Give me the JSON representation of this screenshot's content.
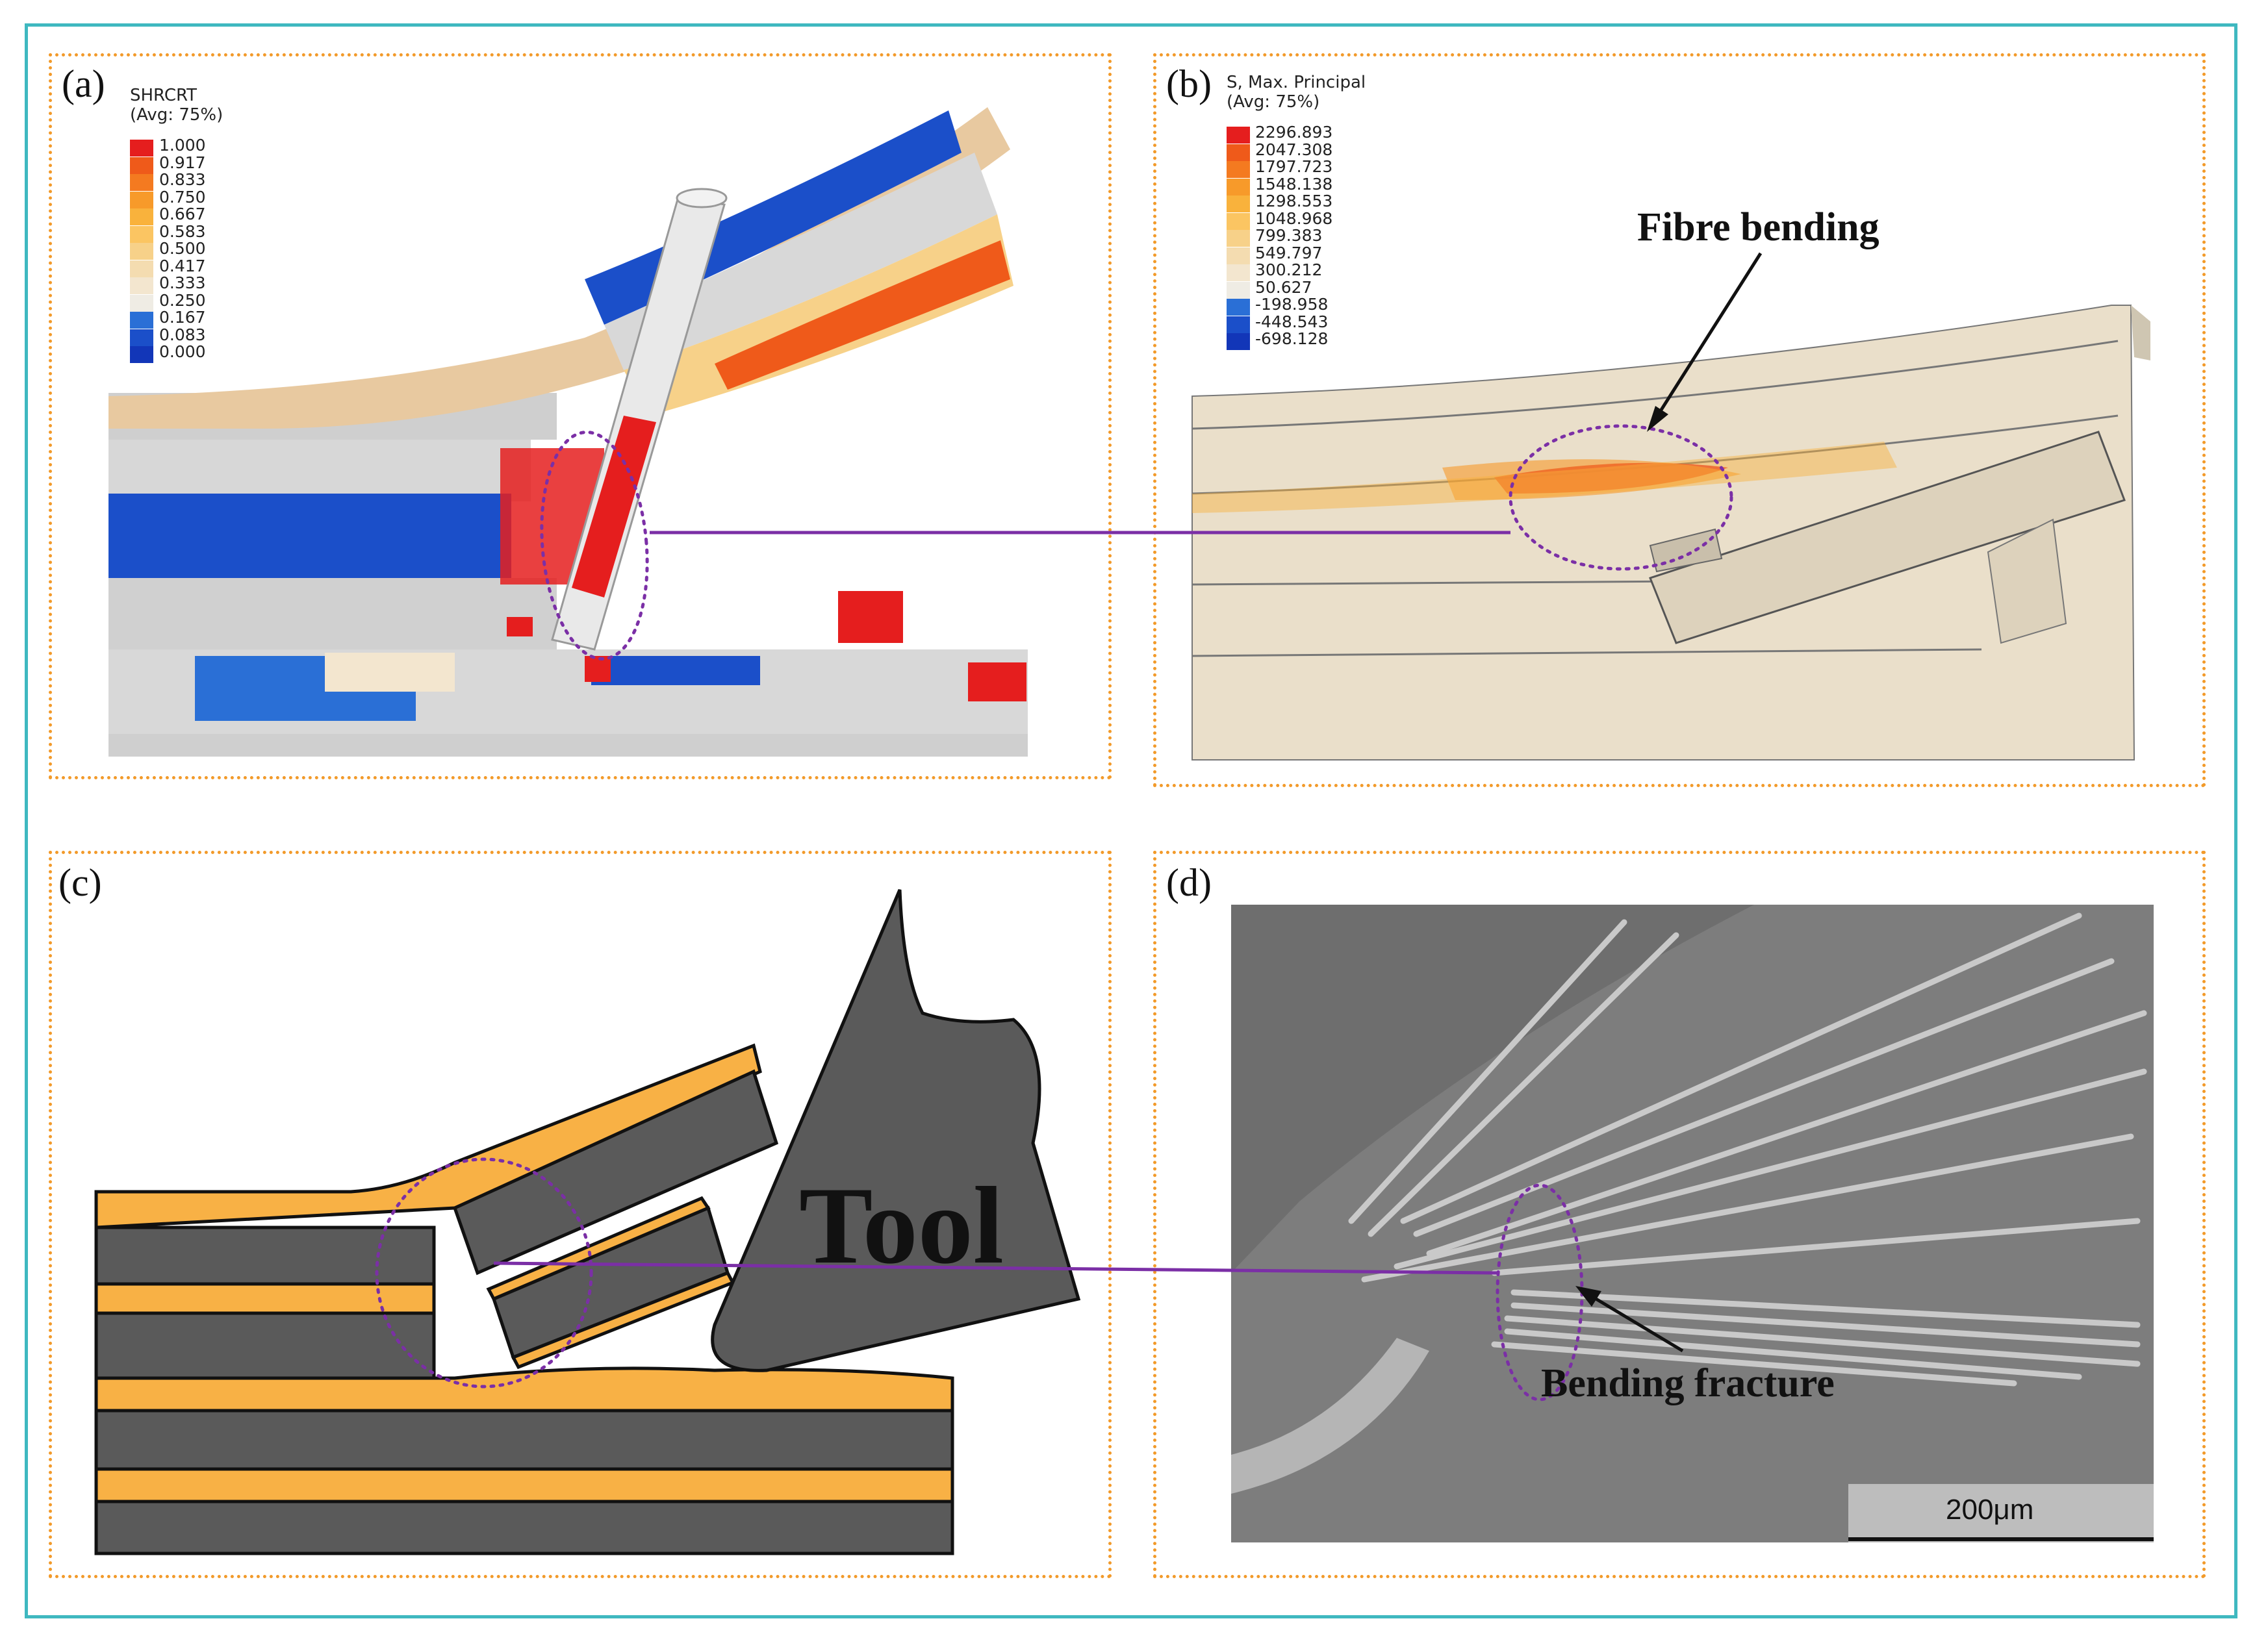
{
  "panels": {
    "a": {
      "label": "(a)",
      "legend_title": [
        "SHRCRT",
        "(Avg: 75%)"
      ],
      "legend_values": [
        "1.000",
        "0.917",
        "0.833",
        "0.750",
        "0.667",
        "0.583",
        "0.500",
        "0.417",
        "0.333",
        "0.250",
        "0.167",
        "0.083",
        "0.000"
      ],
      "legend_colors": [
        "#e51e1e",
        "#ef5a1a",
        "#f47a20",
        "#f79a2a",
        "#f9b23c",
        "#fbc562",
        "#f7d189",
        "#f4dcb0",
        "#f3e6cf",
        "#efece4",
        "#2a6fd6",
        "#1b4fc9",
        "#1236b8"
      ]
    },
    "b": {
      "label": "(b)",
      "legend_title": [
        "S, Max. Principal",
        "(Avg: 75%)"
      ],
      "legend_values": [
        "2296.893",
        "2047.308",
        "1797.723",
        "1548.138",
        "1298.553",
        "1048.968",
        "799.383",
        "549.797",
        "300.212",
        "50.627",
        "-198.958",
        "-448.543",
        "-698.128"
      ],
      "legend_colors": [
        "#e51e1e",
        "#ef5a1a",
        "#f47a20",
        "#f79a2a",
        "#f9b23c",
        "#fbc562",
        "#f7d189",
        "#f4dcb0",
        "#f3e6cf",
        "#efece4",
        "#2a6fd6",
        "#1b4fc9",
        "#1236b8"
      ],
      "annotation": "Fibre bending"
    },
    "c": {
      "label": "(c)",
      "tool_label": "Tool"
    },
    "d": {
      "label": "(d)",
      "annotation": "Bending fracture",
      "scale_bar": "200μm"
    }
  },
  "colors": {
    "frame": "#3fb8c0",
    "panel_border": "#f29a2a",
    "link_line": "#7b2fa6",
    "matrix_orange": "#f8b145",
    "fibre_gray": "#5a5a5a"
  }
}
